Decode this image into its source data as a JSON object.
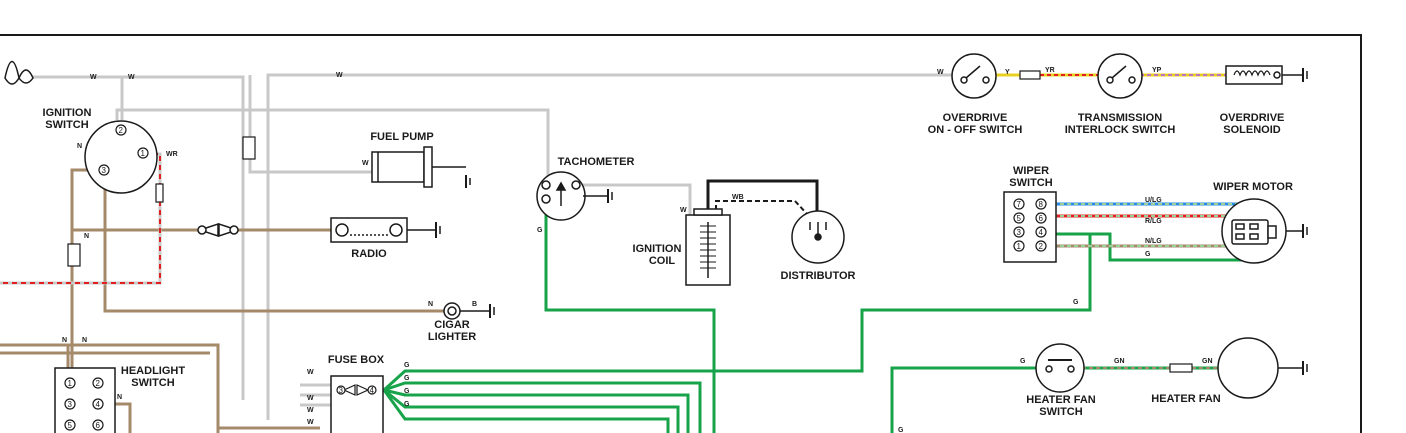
{
  "components": {
    "ignition_switch": [
      "IGNITION",
      "SWITCH"
    ],
    "fuel_pump": "FUEL PUMP",
    "radio": "RADIO",
    "cigar_lighter": [
      "CIGAR",
      "LIGHTER"
    ],
    "headlight_switch": [
      "HEADLIGHT",
      "SWITCH"
    ],
    "fuse_box": "FUSE BOX",
    "tachometer": "TACHOMETER",
    "ignition_coil": [
      "IGNITION",
      "COIL"
    ],
    "distributor": "DISTRIBUTOR",
    "overdrive_switch": [
      "OVERDRIVE",
      "ON - OFF SWITCH"
    ],
    "transmission_interlock": [
      "TRANSMISSION",
      "INTERLOCK SWITCH"
    ],
    "overdrive_solenoid": [
      "OVERDRIVE",
      "SOLENOID"
    ],
    "wiper_switch": [
      "WIPER",
      "SWITCH"
    ],
    "wiper_motor": "WIPER MOTOR",
    "heater_fan_switch": [
      "HEATER FAN",
      "SWITCH"
    ],
    "heater_fan": "HEATER FAN"
  },
  "wire_codes": {
    "w": "W",
    "wr": "WR",
    "n": "N",
    "g": "G",
    "y": "Y",
    "yr": "YR",
    "yp": "YP",
    "wb": "WB",
    "b": "B",
    "ulg": "U/LG",
    "rlg": "R/LG",
    "nlg": "N/LG",
    "gn": "GN"
  },
  "pins": {
    "ign_1": "1",
    "ign_2": "2",
    "ign_3": "3",
    "fuse_3": "3",
    "fuse_4": "4",
    "wiper_7": "7",
    "wiper_6": "6",
    "wiper_3": "3",
    "wiper_1": "1",
    "wiper_8": "8",
    "wiper_5": "5",
    "wiper_4": "4",
    "wiper_2": "2",
    "head_1": "1",
    "head_2": "2",
    "head_3": "3",
    "head_4": "4",
    "head_5": "5",
    "head_6": "6"
  },
  "wire_colors": {
    "white": "#c8c8c8",
    "brown": "#a58a6a",
    "green": "#17a34a",
    "red": "#e02020",
    "yellow": "#e8d020",
    "blue": "#2a8adf",
    "black": "#1a1a1a",
    "purple": "#c070c0"
  }
}
